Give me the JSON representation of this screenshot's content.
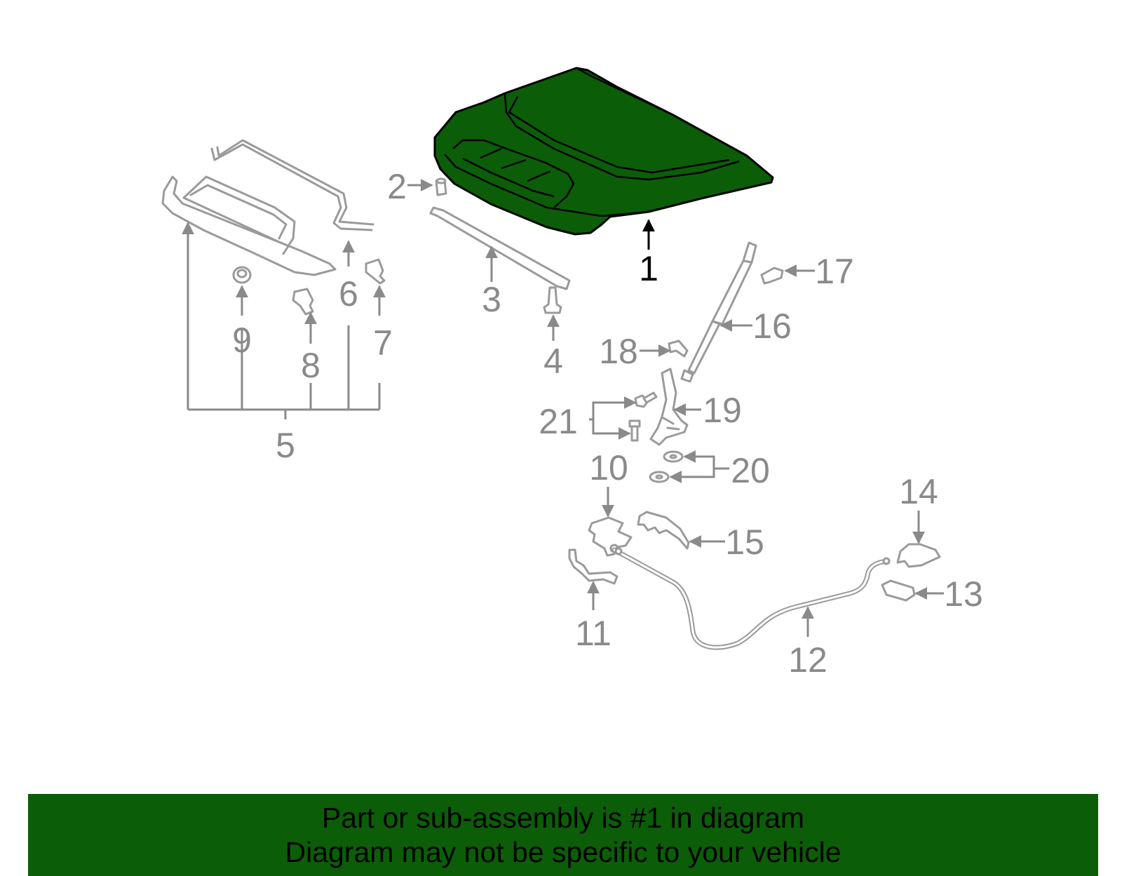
{
  "colors": {
    "highlight": "#0b5e07",
    "part_outline": "#9a9a9a",
    "label": "#8a8a8a",
    "highlight_label": "#000000"
  },
  "diagram": {
    "highlighted_part": "1",
    "callouts": {
      "c1": "1",
      "c2": "2",
      "c3": "3",
      "c4": "4",
      "c5": "5",
      "c6": "6",
      "c7": "7",
      "c8": "8",
      "c9": "9",
      "c10": "10",
      "c11": "11",
      "c12": "12",
      "c13": "13",
      "c14": "14",
      "c15": "15",
      "c16": "16",
      "c17": "17",
      "c18": "18",
      "c19": "19",
      "c20": "20",
      "c21": "21"
    }
  },
  "banner": {
    "line1": "Part or sub-assembly is #1 in diagram",
    "line2": "Diagram may not be specific to your vehicle"
  }
}
